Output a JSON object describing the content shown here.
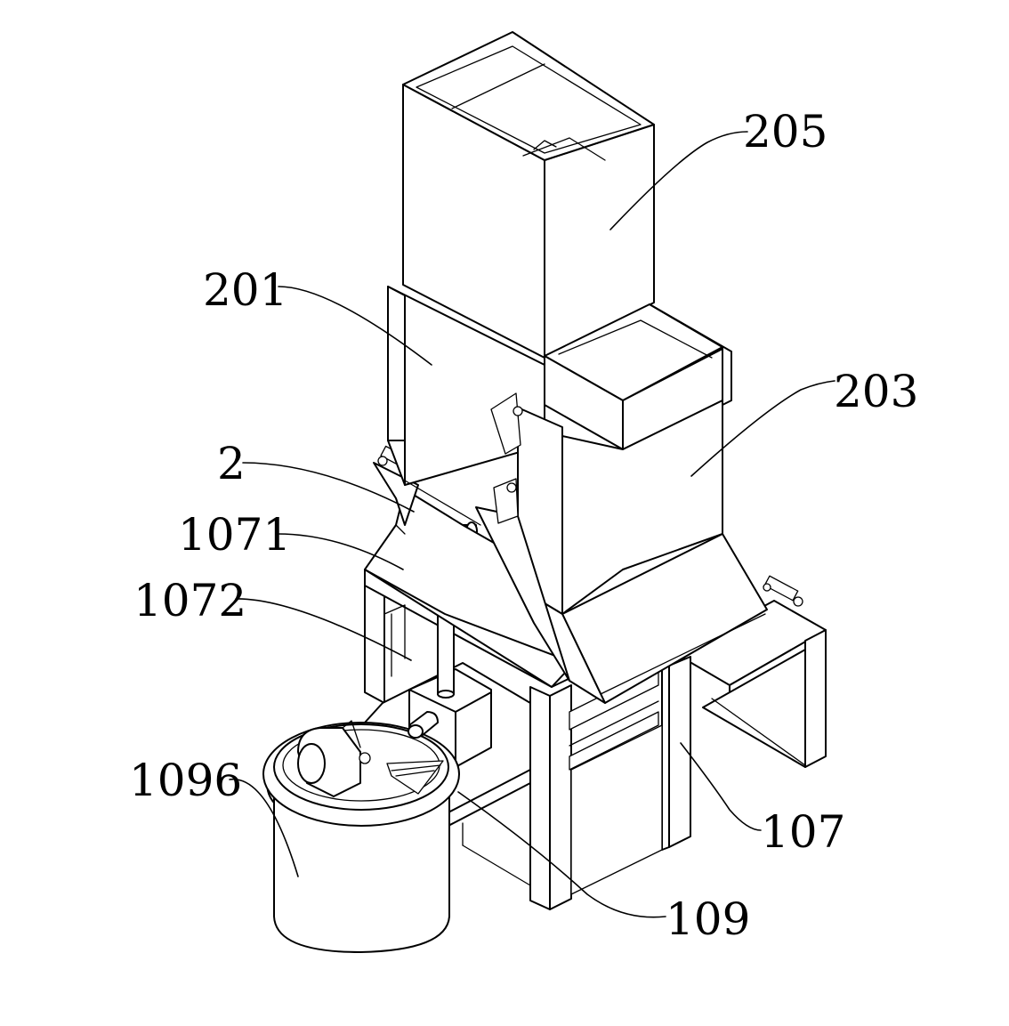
{
  "diagram": {
    "labels": {
      "l205": "205",
      "l201": "201",
      "l203": "203",
      "l2": "2",
      "l1071": "1071",
      "l1072": "1072",
      "l1096": "1096",
      "l107": "107",
      "l109": "109"
    },
    "colors": {
      "line": "#000000",
      "background": "#ffffff"
    }
  }
}
